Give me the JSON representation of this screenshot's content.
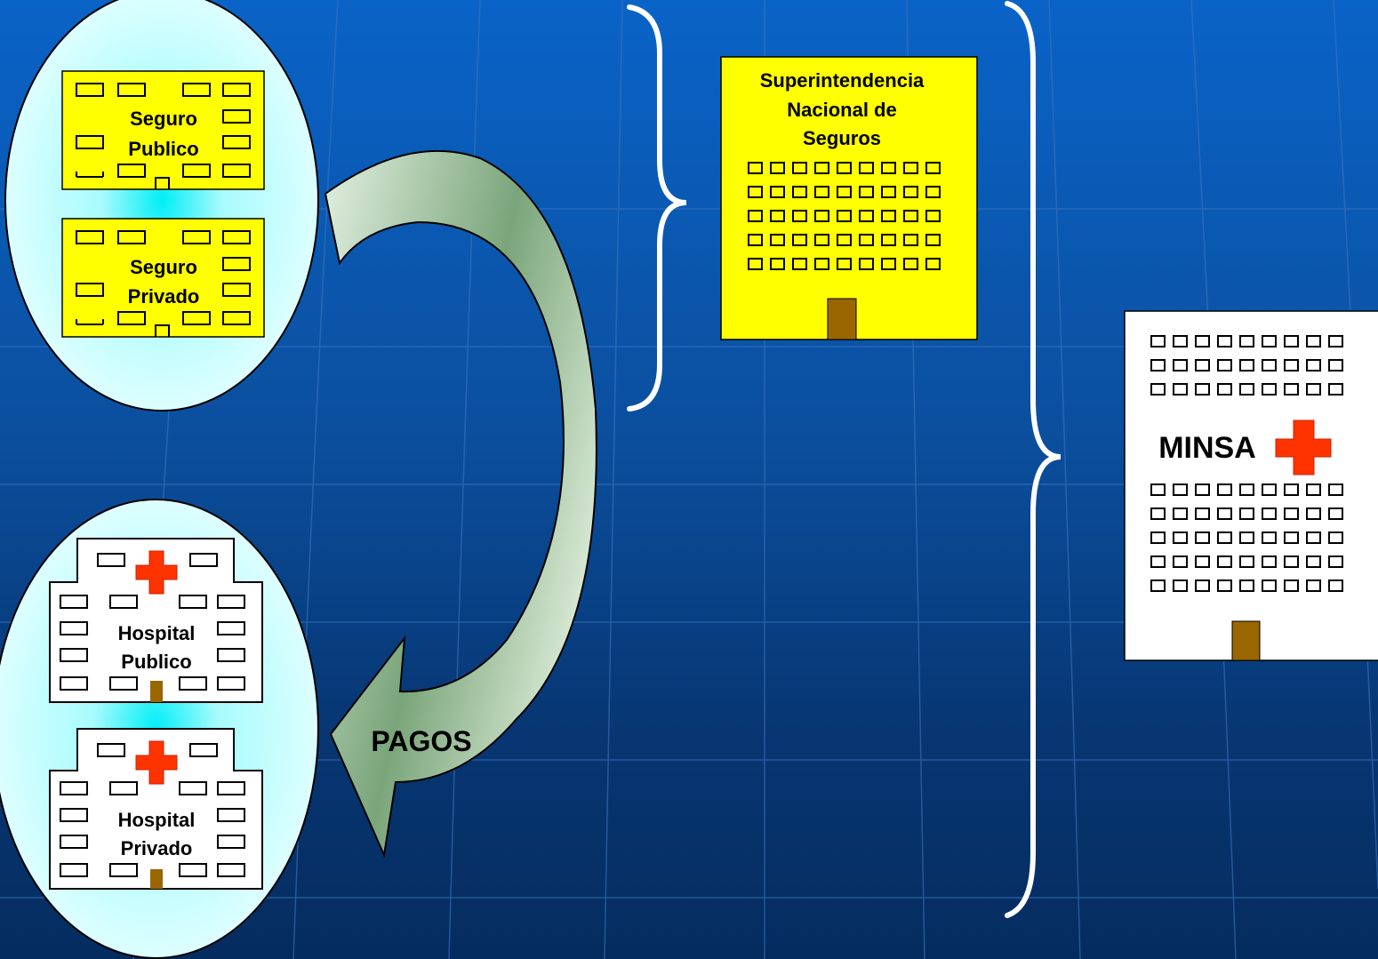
{
  "insurers": {
    "public_label_1": "Seguro",
    "public_label_2": "Publico",
    "private_label_1": "Seguro",
    "private_label_2": "Privado"
  },
  "hospitals": {
    "public_label_1": "Hospital",
    "public_label_2": "Publico",
    "private_label_1": "Hospital",
    "private_label_2": "Privado"
  },
  "flow": {
    "label": "PAGOS"
  },
  "superintendencia": {
    "line_1": "Superintendencia",
    "line_2": "Nacional de",
    "line_3": "Seguros"
  },
  "minsa": {
    "label": "MINSA"
  },
  "colors": {
    "yellow": "#ffff00",
    "cross_red": "#ff3300",
    "door_brown": "#996600",
    "oval_cyan": "#ccffff"
  }
}
